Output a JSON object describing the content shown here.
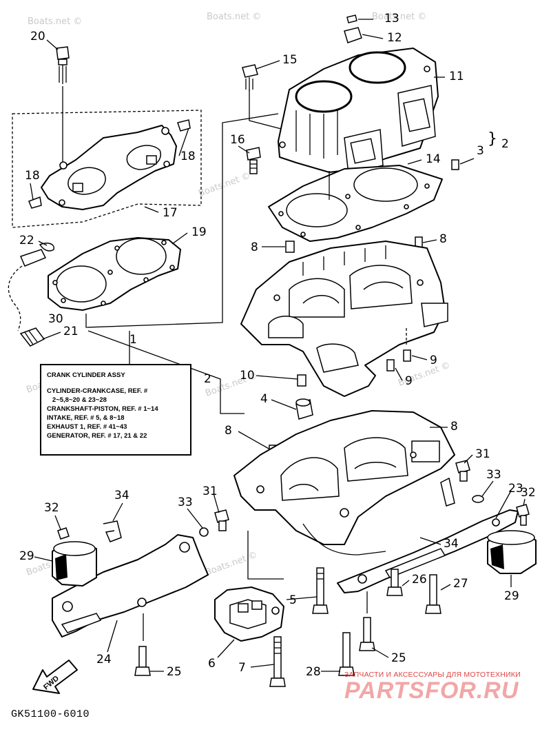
{
  "assy_box": {
    "title": "CRANK CYLINDER ASSY",
    "rows": [
      "CYLINDER-CRANKCASE, REF. #",
      "   2~5,8~20 & 23~28",
      "CRANKSHAFT-PISTON, REF. # 1~14",
      "INTAKE, REF. # 5, & 8~18",
      "EXHAUST 1, REF. # 41~43",
      "GENERATOR, REF. # 17, 21 & 22"
    ]
  },
  "diagram_code": "GK51100-6010",
  "fwd_label": "FWD",
  "watermark": "Boats.net ©",
  "brand": {
    "tagline": "ЗАПЧАСТИ И АКСЕССУАРЫ ДЛЯ МОТОТЕХНИКИ",
    "logo": "PARTSFOR.RU"
  },
  "callouts": {
    "c1": "1",
    "c2a": "2",
    "c2b": "2",
    "c3": "3",
    "c4": "4",
    "c5": "5",
    "c6": "6",
    "c7": "7",
    "c8a": "8",
    "c8b": "8",
    "c8c": "8",
    "c8d": "8",
    "c9a": "9",
    "c9b": "9",
    "c10": "10",
    "c11": "11",
    "c12": "12",
    "c13": "13",
    "c14": "14",
    "c15": "15",
    "c16": "16",
    "c17": "17",
    "c18a": "18",
    "c18b": "18",
    "c19": "19",
    "c20": "20",
    "c21": "21",
    "c22": "22",
    "c23": "23",
    "c24": "24",
    "c25a": "25",
    "c25b": "25",
    "c26": "26",
    "c27": "27",
    "c28": "28",
    "c29a": "29",
    "c29b": "29",
    "c30": "30",
    "c31a": "31",
    "c31b": "31",
    "c32a": "32",
    "c32b": "32",
    "c33a": "33",
    "c33b": "33",
    "c34a": "34",
    "c34b": "34"
  }
}
